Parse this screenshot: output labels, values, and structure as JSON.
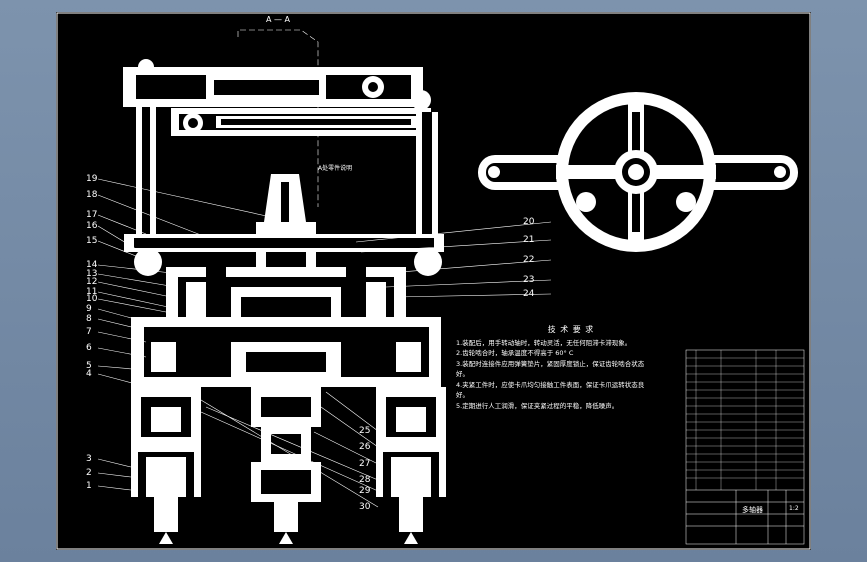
{
  "section_label": "A — A",
  "part_labels_left": [
    "19",
    "18",
    "17",
    "16",
    "15",
    "14",
    "13",
    "12",
    "11",
    "10",
    "9",
    "8",
    "7",
    "6",
    "5",
    "4",
    "3",
    "2",
    "1"
  ],
  "part_labels_right": [
    "20",
    "21",
    "22",
    "23",
    "24"
  ],
  "part_labels_bottom": [
    "25",
    "26",
    "27",
    "28",
    "29",
    "30"
  ],
  "annotation_top": "A处零件说明",
  "tech_notes": {
    "title": "技 术 要 求",
    "lines": [
      "1.装配后，用手转动轴时，转动灵活，无任何阻滞卡滞现象。",
      "2.齿轮啮合时，轴承温度不得高于 60° C",
      "3.装配时连接件应用弹簧垫片，紧固厚度锁止，保证齿轮啮合状态",
      "好。",
      "4.夹紧工件时，应使卡爪均匀接触工件表面，保证卡爪运转状态良",
      "好。",
      "5.定期进行人工润滑，保证夹紧过程的平稳，降低噪声。"
    ]
  },
  "title_block": {
    "name_cell": "多轴器",
    "scale_cell": "1:2"
  },
  "colors": {
    "sheet": "#000000",
    "line": "#ffffff",
    "frame_bg": "#7189a5"
  }
}
